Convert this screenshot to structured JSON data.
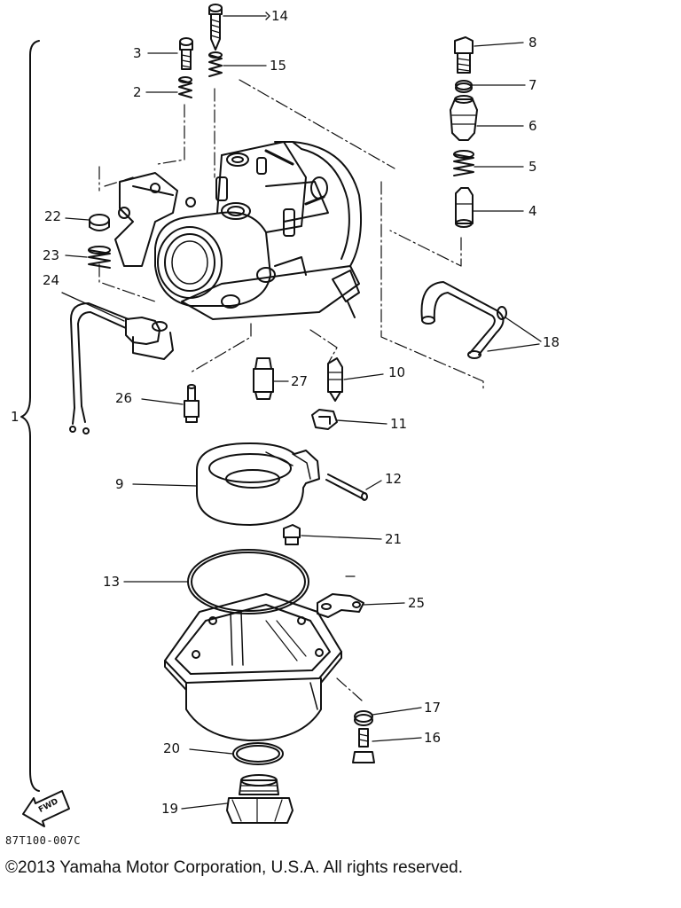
{
  "callouts": {
    "n1": "1",
    "n2": "2",
    "n3": "3",
    "n4": "4",
    "n5": "5",
    "n6": "6",
    "n7": "7",
    "n8": "8",
    "n9": "9",
    "n10": "10",
    "n11": "11",
    "n12": "12",
    "n13": "13",
    "n14": "14",
    "n15": "15",
    "n16": "16",
    "n17": "17",
    "n18": "18",
    "n19": "19",
    "n20": "20",
    "n21": "21",
    "n22": "22",
    "n23": "23",
    "n24": "24",
    "n25": "25",
    "n26": "26",
    "n27": "27"
  },
  "figure_code": "87T100-007C",
  "fwd_label": "FWD",
  "copyright": "©2013 Yamaha Motor Corporation, U.S.A. All rights reserved."
}
